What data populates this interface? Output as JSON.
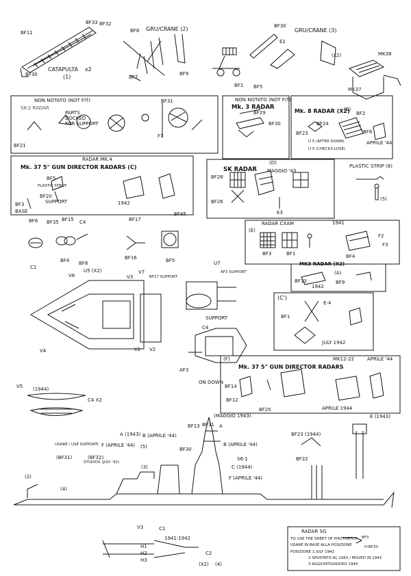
{
  "catapult": {
    "title": "CATAPULTA",
    "qty": "x2",
    "num": "(1)",
    "parts": [
      "BF33",
      "BF32",
      "BF11",
      "BF30"
    ]
  },
  "crane2": {
    "title": "GRU/CRANE (2)",
    "parts": [
      "BF8",
      "BF7",
      "BF9"
    ]
  },
  "crane3": {
    "title": "GRU/CRANE (3)",
    "qty": "(x2)",
    "parts": [
      "BF30",
      "E2",
      "BF1",
      "BF5"
    ]
  },
  "mk38": {
    "title": "MK38",
    "parts": [
      "MK38",
      "MK37"
    ]
  },
  "radar_unknown": {
    "title": "NON NOTATO (NOT FIT)",
    "sub": "SK-2 RADAR",
    "parts": [
      "BF21",
      "BF31",
      "F1",
      "PARTS",
      "DOCKED",
      "FOR SUPPORT"
    ]
  },
  "mk3": {
    "title": "Mk. 3 RADAR",
    "sub": "NON NOTATO (NOT FIT)",
    "parts": [
      "BF29",
      "BF30"
    ]
  },
  "mk8": {
    "title": "Mk. 8 RADAR (X2)",
    "sub": "(B)",
    "parts": [
      "BF24",
      "BF2",
      "BF23",
      "BF6",
      "U 5 (AFTER DOWN)",
      "U 5 (CHECK/CLOSE)"
    ],
    "note": "APRILE '44"
  },
  "mk4_director": {
    "title": "RADAR MK.4",
    "sub": "Mk. 37 5\" GUN DIRECTOR RADARS (C)",
    "parts": [
      "BF5",
      "PLASTIC STRUT",
      "BF3",
      "BASE",
      "SUPPORT",
      "BF20"
    ],
    "year": "1942"
  },
  "sk_radar": {
    "title": "SK RADAR",
    "sub": "(D)",
    "note": "MAGGIO '43",
    "parts": [
      "BF28",
      "BF26",
      "E3"
    ]
  },
  "plastic_strip": {
    "title": "PLASTIC STRIP (8)",
    "part": "(5)"
  },
  "cxam": {
    "title": "RADAR CXAM",
    "letter": "(E)",
    "year": "1941",
    "parts": [
      "BF3",
      "BF1",
      "BF4",
      "F2",
      "F3"
    ]
  },
  "deck_parts": {
    "parts": [
      "BF6",
      "BF35",
      "BF15",
      "C4",
      "BF4",
      "C1",
      "BF8",
      "BF17",
      "BF16",
      "BF45",
      "BF5"
    ]
  },
  "mk3_small": {
    "title": "MK3 RADAR (X2)",
    "letter": "(A)",
    "year": "1942",
    "parts": [
      "BF33",
      "BF9"
    ]
  },
  "detail_c": {
    "title": "(C')",
    "parts": [
      "BF1",
      "E-4"
    ],
    "note": "JULY 1942"
  },
  "bridge_plan": {
    "parts": [
      "V6",
      "U5 (X2)",
      "V3",
      "V7",
      "BF17 SUPPORT",
      "V2",
      "V4",
      "V2"
    ]
  },
  "aft_detail": {
    "parts": [
      "U7",
      "AF3 SUPPORT",
      "SUPPORT"
    ]
  },
  "aft_plan": {
    "parts": [
      "AF3",
      "C4",
      "ON DOWN"
    ]
  },
  "mk37_radar": {
    "title": "Mk. 37 5\" GUN DIRECTOR RADARS",
    "letter": "(F)",
    "note": "MK12-22",
    "note2": "APRILE '44",
    "bottom": "APRILE 1944",
    "parts": [
      "BF14",
      "BF12",
      "BF25"
    ]
  },
  "boats": {
    "title": "V5",
    "year": "(1944)",
    "part": "C4 X2"
  },
  "profile": {
    "labels": [
      "(MAGGIO 1943)",
      "A",
      "B (APRILE '44)",
      "C (1944)",
      "F (APRILE '44)",
      "S6-1",
      "A (1943)",
      "B (APRILE '44)",
      "F (APRILE '44)",
      "USARE / USE SUPPORTI",
      "(BF31)",
      "(BF32)",
      "STUDIOS (JULY '42)",
      "BF13",
      "BF31",
      "BF30",
      "(3)",
      "(2)",
      "(4)",
      "(5)",
      "E (1943)",
      "BF23 (1944)",
      "BF22"
    ]
  },
  "lower": {
    "labels": [
      "V3",
      "C1",
      "1941-1942",
      "H1",
      "H2",
      "H3",
      "C2",
      "(X2)",
      "(4)"
    ]
  },
  "legend": {
    "title": "RADAR SG",
    "line1": "TO USE THE SHEET OF PHOTOETCH",
    "line2": "USARE IN BASE ALLA POSIZIONE",
    "pos1": "POSIZIONE 1   JULY 1942",
    "pos2": "2   SPOSTATO AL 1943 / MOVED IN 1943",
    "pos3": "3   AGGIUNTO/ADDED   1944",
    "parts": [
      "H-BF33",
      "BF3"
    ]
  }
}
